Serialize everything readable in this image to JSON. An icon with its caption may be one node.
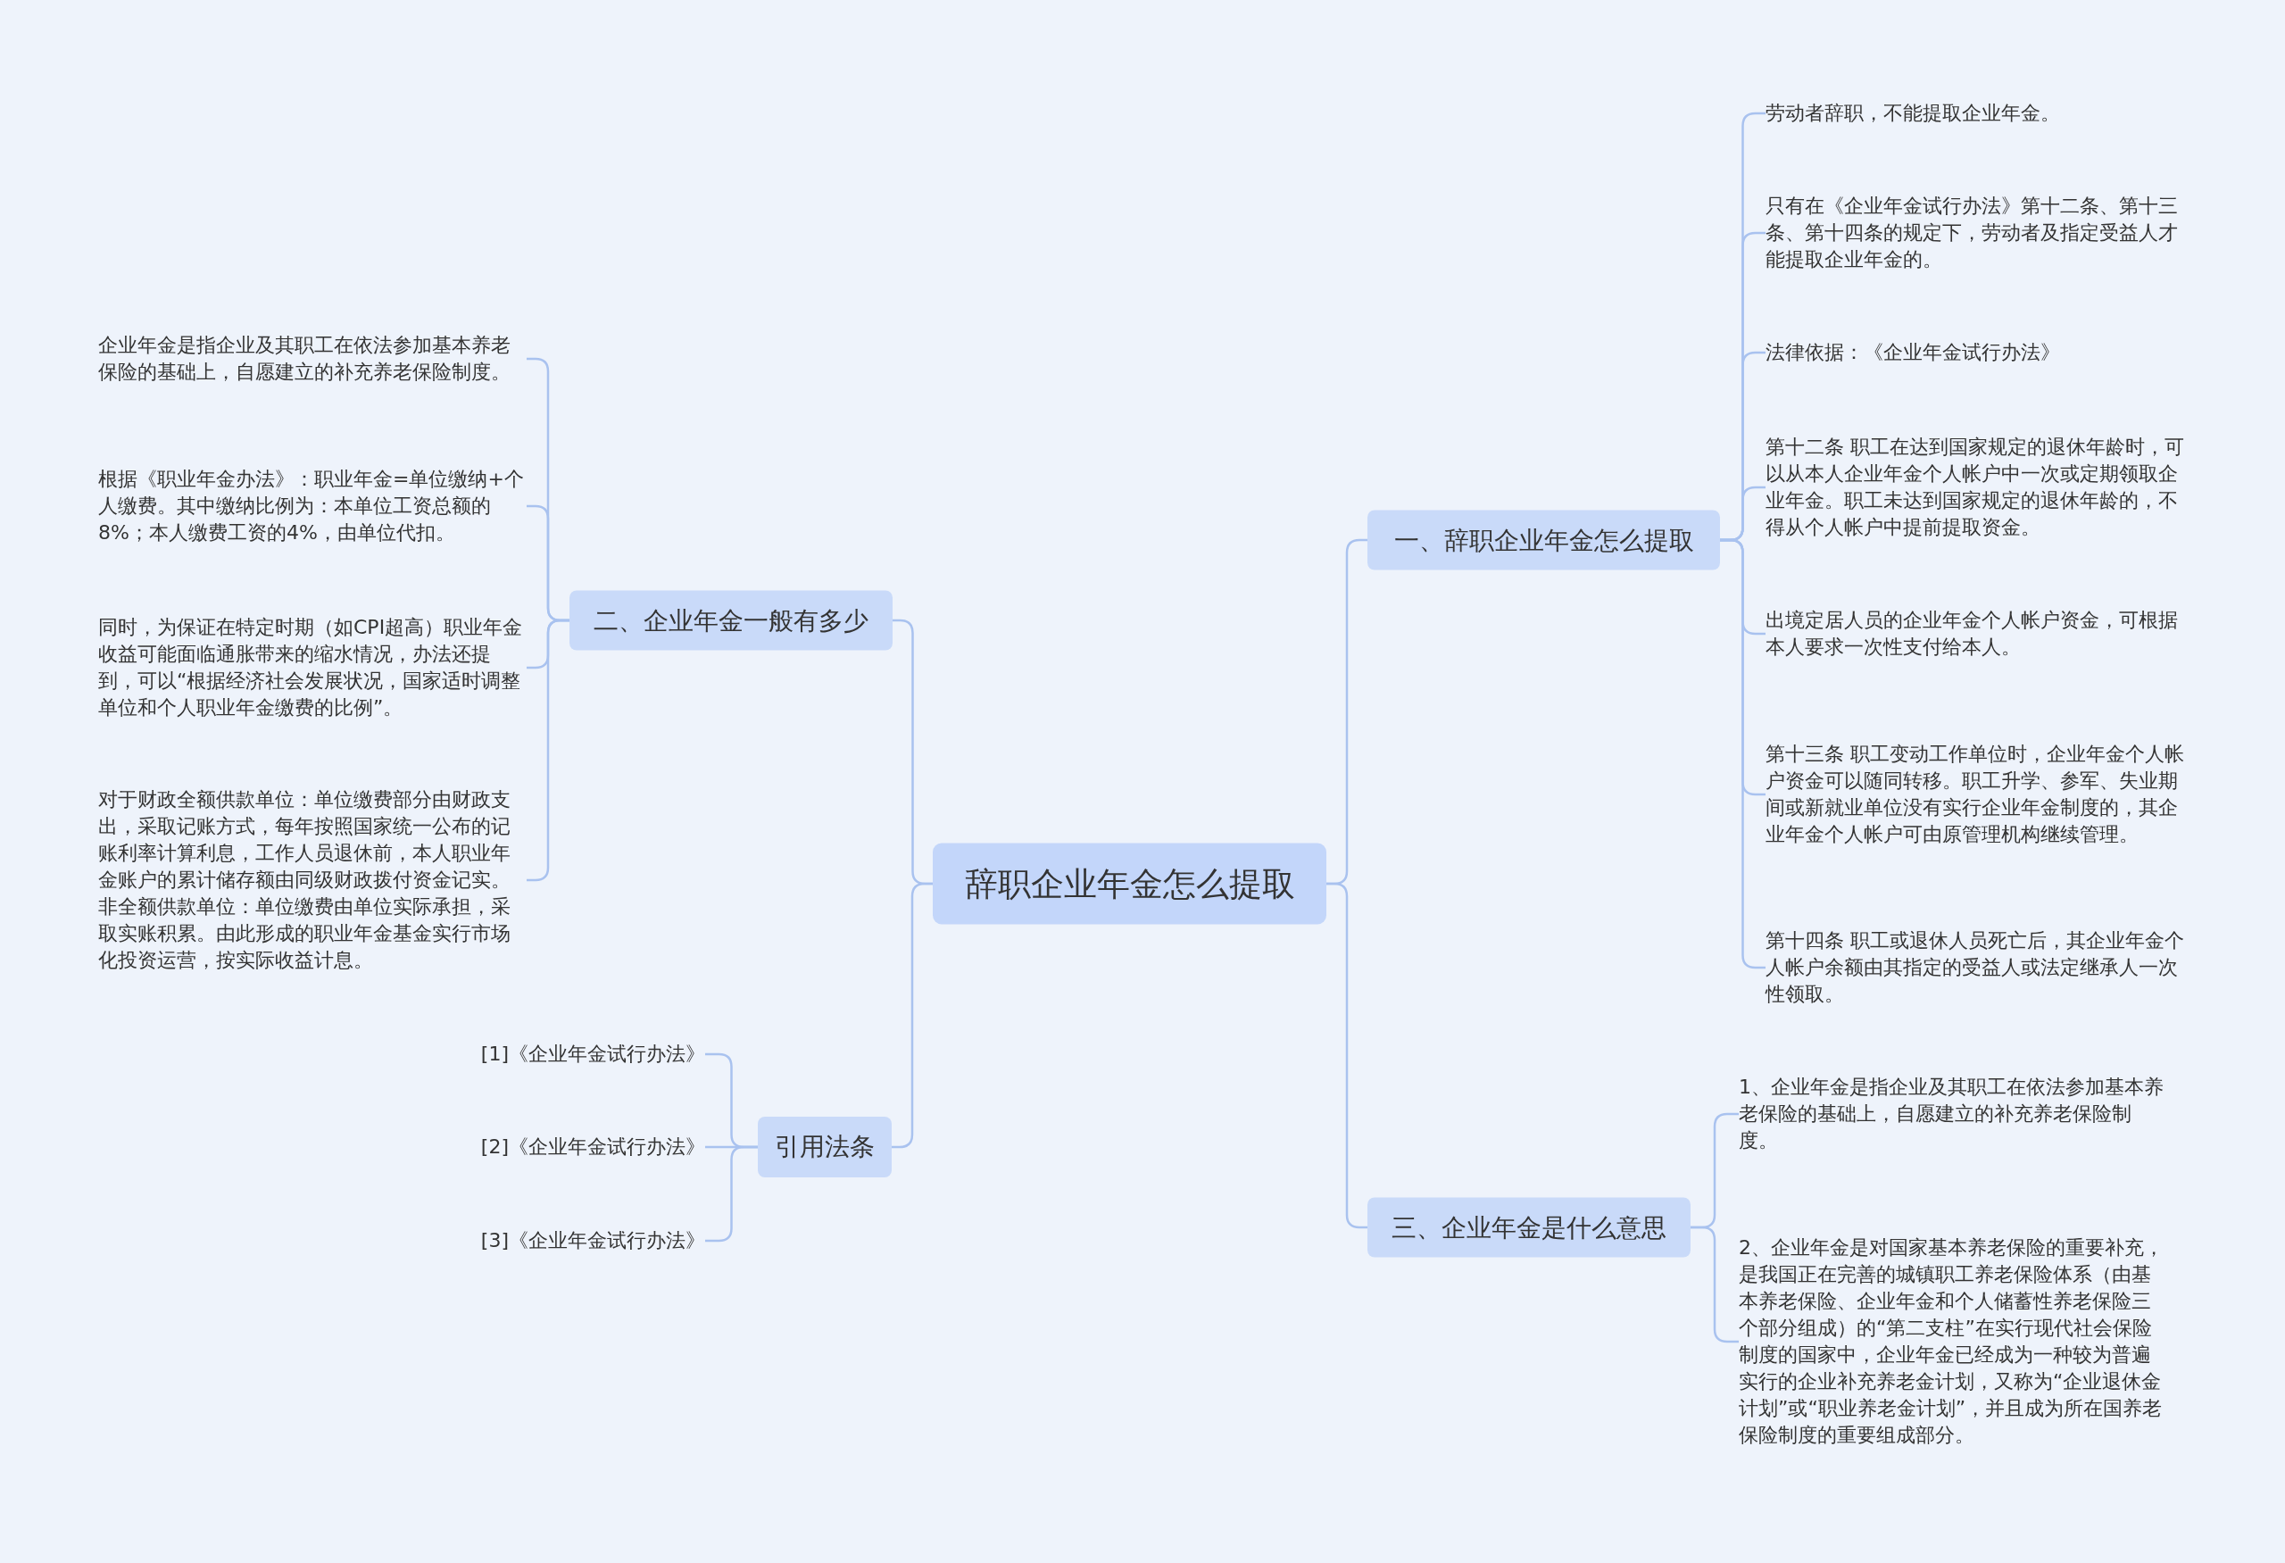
{
  "diagram": {
    "nodes": [
      {
        "text": [
          "辞职企业年金怎么提取"
        ]
      },
      {
        "text": [
          "一、辞职企业年金怎么提取"
        ]
      },
      {
        "text": [
          "劳动者辞职，不能提取企业年金。"
        ]
      },
      {
        "text": [
          "只有在《企业年金试行办法》第十二条、第十三条、第十四条的规定下，劳动者及指定受益人才能提取企业年金的。"
        ]
      },
      {
        "text": [
          "法律依据：《企业年金试行办法》"
        ]
      },
      {
        "text": [
          "第十二条 职工在达到国家规定的退休年龄时，可以从本人企业年金个人帐户中一次或定期领取企业年金。职工未达到国家规定的退休年龄的，不得从个人帐户中提前提取资金。"
        ]
      },
      {
        "text": [
          "出境定居人员的企业年金个人帐户资金，可根据本人要求一次性支付给本人。"
        ]
      },
      {
        "text": [
          "第十三条 职工变动工作单位时，企业年金个人帐户资金可以随同转移。职工升学、参军、失业期间或新就业单位没有实行企业年金制度的，其企业年金个人帐户可由原管理机构继续管理。"
        ]
      },
      {
        "text": [
          "第十四条 职工或退休人员死亡后，其企业年金个人帐户余额由其指定的受益人或法定继承人一次性领取。"
        ]
      },
      {
        "text": [
          "三、企业年金是什么意思"
        ]
      },
      {
        "text": [
          "1、企业年金是指企业及其职工在依法参加基本养老保险的基础上，自愿建立的补充养老保险制度。"
        ]
      },
      {
        "text": [
          "2、企业年金是对国家基本养老保险的重要补充，是我国正在完善的城镇职工养老保险体系（由基本养老保险、企业年金和个人储蓄性养老保险三个部分组成）的“第二支柱”在实行现代社会保险制度的国家中，企业年金已经成为一种较为普遍实行的企业补充养老金计划，又称为“企业退休金计划”或“职业养老金计划”，并且成为所在国养老保险制度的重要组成部分。"
        ]
      },
      {
        "text": [
          "二、企业年金一般有多少"
        ]
      },
      {
        "text": [
          "企业年金是指企业及其职工在依法参加基本养老保险的基础上，自愿建立的补充养老保险制度。"
        ]
      },
      {
        "text": [
          "根据《职业年金办法》：职业年金=单位缴纳+个人缴费。其中缴纳比例为：本单位工资总额的8%；本人缴费工资的4%，由单位代扣。"
        ]
      },
      {
        "text": [
          "同时，为保证在特定时期（如CPI超高）职业年金收益可能面临通胀带来的缩水情况，办法还提到，可以“根据经济社会发展状况，国家适时调整单位和个人职业年金缴费的比例”。"
        ]
      },
      {
        "text": [
          "对于财政全额供款单位：单位缴费部分由财政支出，采取记账方式，每年按照国家统一公布的记账利率计算利息，工作人员退休前，本人职业年金账户的累计储存额由同级财政拨付资金记实。非全额供款单位：单位缴费由单位实际承担，采取实账积累。由此形成的职业年金基金实行市场化投资运营，按实际收益计息。"
        ]
      },
      {
        "text": [
          "引用法条"
        ]
      },
      {
        "text": [
          "[1]《企业年金试行办法》"
        ]
      },
      {
        "text": [
          "[2]《企业年金试行办法》"
        ]
      },
      {
        "text": [
          "[3]《企业年金试行办法》"
        ]
      }
    ],
    "edges": [
      {
        "from": 0,
        "to": 1,
        "arrow": "none"
      },
      {
        "from": 1,
        "to": 2,
        "arrow": "none"
      },
      {
        "from": 1,
        "to": 3,
        "arrow": "none"
      },
      {
        "from": 1,
        "to": 4,
        "arrow": "none"
      },
      {
        "from": 1,
        "to": 5,
        "arrow": "none"
      },
      {
        "from": 1,
        "to": 6,
        "arrow": "none"
      },
      {
        "from": 1,
        "to": 7,
        "arrow": "none"
      },
      {
        "from": 1,
        "to": 8,
        "arrow": "none"
      },
      {
        "from": 0,
        "to": 9,
        "arrow": "none"
      },
      {
        "from": 9,
        "to": 10,
        "arrow": "none"
      },
      {
        "from": 9,
        "to": 11,
        "arrow": "none"
      },
      {
        "from": 0,
        "to": 12,
        "arrow": "none"
      },
      {
        "from": 12,
        "to": 13,
        "arrow": "none"
      },
      {
        "from": 12,
        "to": 14,
        "arrow": "none"
      },
      {
        "from": 12,
        "to": 15,
        "arrow": "none"
      },
      {
        "from": 12,
        "to": 16,
        "arrow": "none"
      },
      {
        "from": 0,
        "to": 17,
        "arrow": "none"
      },
      {
        "from": 17,
        "to": 18,
        "arrow": "none"
      },
      {
        "from": 17,
        "to": 19,
        "arrow": "none"
      },
      {
        "from": 17,
        "to": 20,
        "arrow": "none"
      }
    ]
  }
}
